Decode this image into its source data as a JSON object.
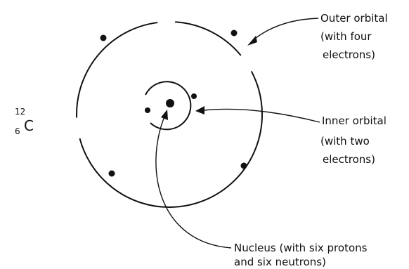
{
  "element_symbol": {
    "mass_number": "12",
    "atomic_number": "6",
    "symbol": "C"
  },
  "labels": {
    "outer_orbital": [
      "Outer orbital",
      "(with four",
      "electrons)"
    ],
    "inner_orbital": [
      "Inner orbital",
      "(with two",
      "electrons)"
    ],
    "nucleus": [
      "Nucleus (with six protons",
      "and six neutrons)"
    ]
  },
  "atom": {
    "outer_electron_count": 4,
    "inner_electron_count": 2
  },
  "colors": {
    "ink": "#111111",
    "background": "#ffffff"
  }
}
